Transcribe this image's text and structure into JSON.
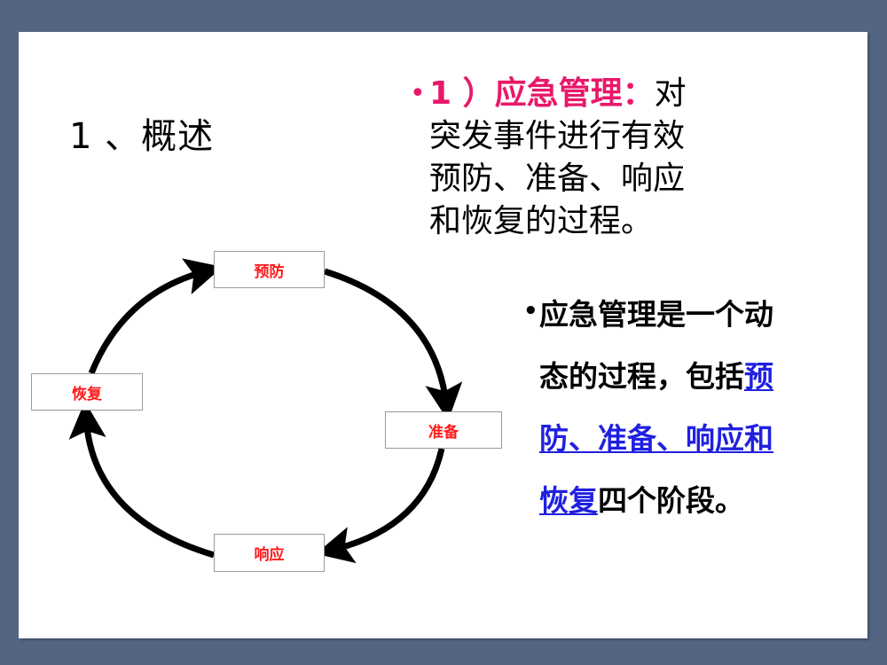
{
  "slide": {
    "title": "1 、概述",
    "definition": {
      "bullet": "•",
      "heading": "1 ）应急管理：",
      "line1_rest": "对",
      "line2": "突发事件进行有效",
      "line3": "预防、准备、响应",
      "line4": "和恢复的过程。"
    },
    "description": {
      "bullet": "•",
      "line1": "应急管理是一个动",
      "line2_plain": "态的过程，包括",
      "line2_link": "预",
      "line3_link": "防、准备、响应和",
      "line4_link": "恢复",
      "line4_plain": "四个阶段。"
    },
    "cycle": {
      "nodes": [
        {
          "id": "prevention",
          "label": "预防"
        },
        {
          "id": "preparedness",
          "label": "准备"
        },
        {
          "id": "response",
          "label": "响应"
        },
        {
          "id": "recovery",
          "label": "恢复"
        }
      ]
    },
    "colors": {
      "background_frame": "#536582",
      "heading_pink": "#e8186a",
      "link_blue": "#2020e0",
      "node_text_red": "#ff1a1a"
    }
  }
}
